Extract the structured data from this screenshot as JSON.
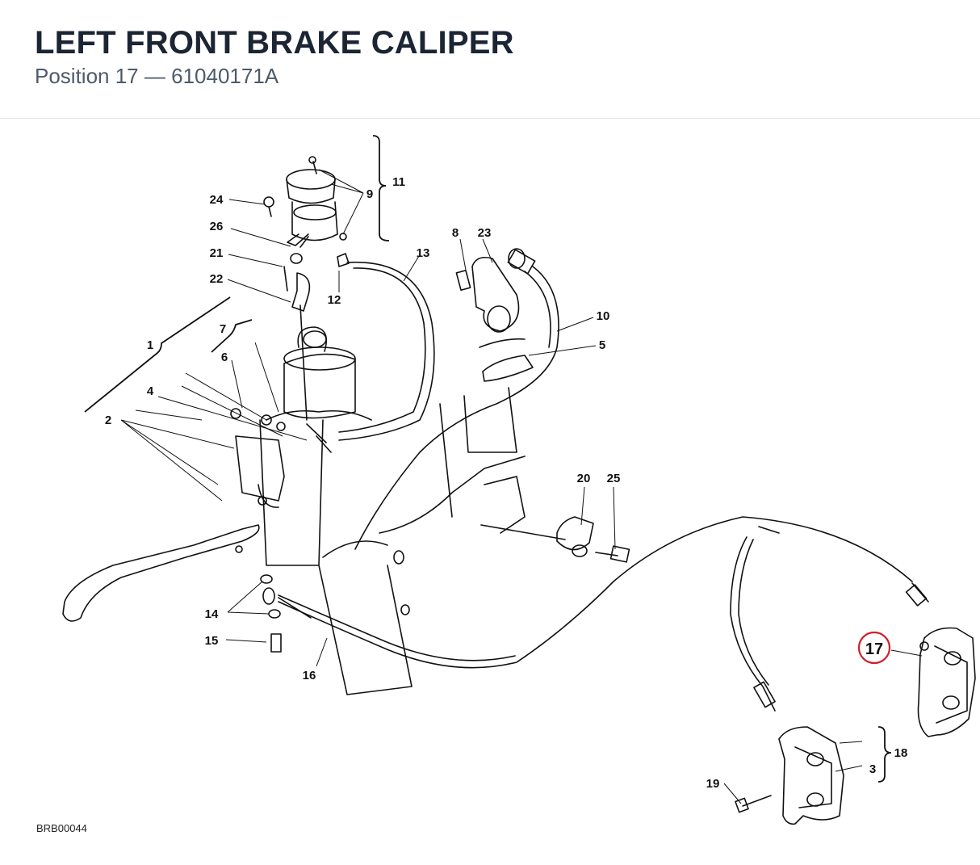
{
  "header": {
    "title": "LEFT FRONT BRAKE CALIPER",
    "subtitle_prefix": "Position 17",
    "subtitle_sep": "—",
    "part_number": "61040171A"
  },
  "drawing_code": "BRB00044",
  "highlight": {
    "label": "17",
    "color": "#d0202a"
  },
  "callouts": [
    {
      "id": "c1",
      "label": "1"
    },
    {
      "id": "c2",
      "label": "2"
    },
    {
      "id": "c3",
      "label": "3"
    },
    {
      "id": "c4",
      "label": "4"
    },
    {
      "id": "c5",
      "label": "5"
    },
    {
      "id": "c6",
      "label": "6"
    },
    {
      "id": "c7",
      "label": "7"
    },
    {
      "id": "c8",
      "label": "8"
    },
    {
      "id": "c9",
      "label": "9"
    },
    {
      "id": "c10",
      "label": "10"
    },
    {
      "id": "c11",
      "label": "11"
    },
    {
      "id": "c12",
      "label": "12"
    },
    {
      "id": "c13",
      "label": "13"
    },
    {
      "id": "c14",
      "label": "14"
    },
    {
      "id": "c15",
      "label": "15"
    },
    {
      "id": "c16",
      "label": "16"
    },
    {
      "id": "c18",
      "label": "18"
    },
    {
      "id": "c19",
      "label": "19"
    },
    {
      "id": "c20",
      "label": "20"
    },
    {
      "id": "c21",
      "label": "21"
    },
    {
      "id": "c22",
      "label": "22"
    },
    {
      "id": "c23",
      "label": "23"
    },
    {
      "id": "c24",
      "label": "24"
    },
    {
      "id": "c25",
      "label": "25"
    },
    {
      "id": "c26",
      "label": "26"
    }
  ]
}
